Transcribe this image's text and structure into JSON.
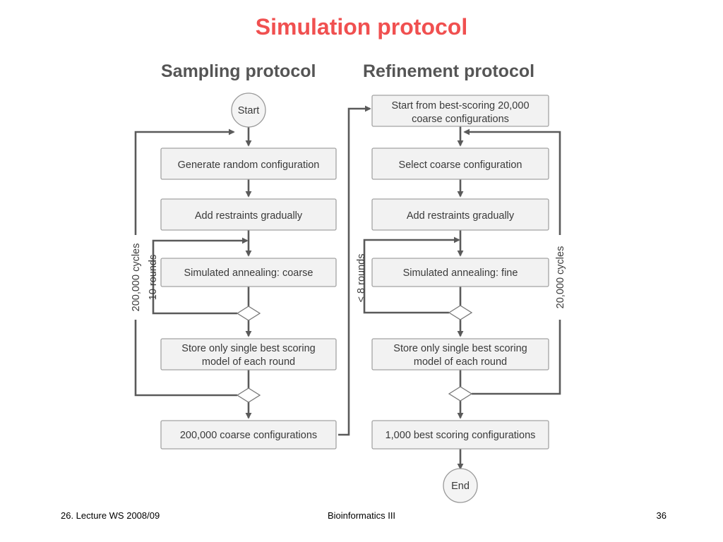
{
  "slide": {
    "title": "Simulation protocol",
    "title_color": "#f05050"
  },
  "diagram": {
    "sampling": {
      "header": "Sampling protocol",
      "start": "Start",
      "steps": [
        "Generate random configuration",
        "Add restraints gradually",
        "Simulated annealing: coarse",
        [
          "Store only single best scoring",
          "model of each round"
        ],
        "200,000  coarse configurations"
      ],
      "outer_loop_label": "200,000 cycles",
      "inner_loop_label": "10 rounds"
    },
    "refinement": {
      "header": "Refinement protocol",
      "steps": [
        [
          "Start from best-scoring 20,000",
          "coarse configurations"
        ],
        "Select coarse configuration",
        "Add restraints gradually",
        "Simulated annealing: fine",
        [
          "Store only single best scoring",
          "model of each round"
        ],
        "1,000 best scoring configurations"
      ],
      "end": "End",
      "inner_loop_label": "< 8 rounds",
      "outer_loop_label": "20,000 cycles"
    }
  },
  "footer": {
    "left": "26. Lecture WS 2008/09",
    "center": "Bioinformatics III",
    "right": "36"
  }
}
